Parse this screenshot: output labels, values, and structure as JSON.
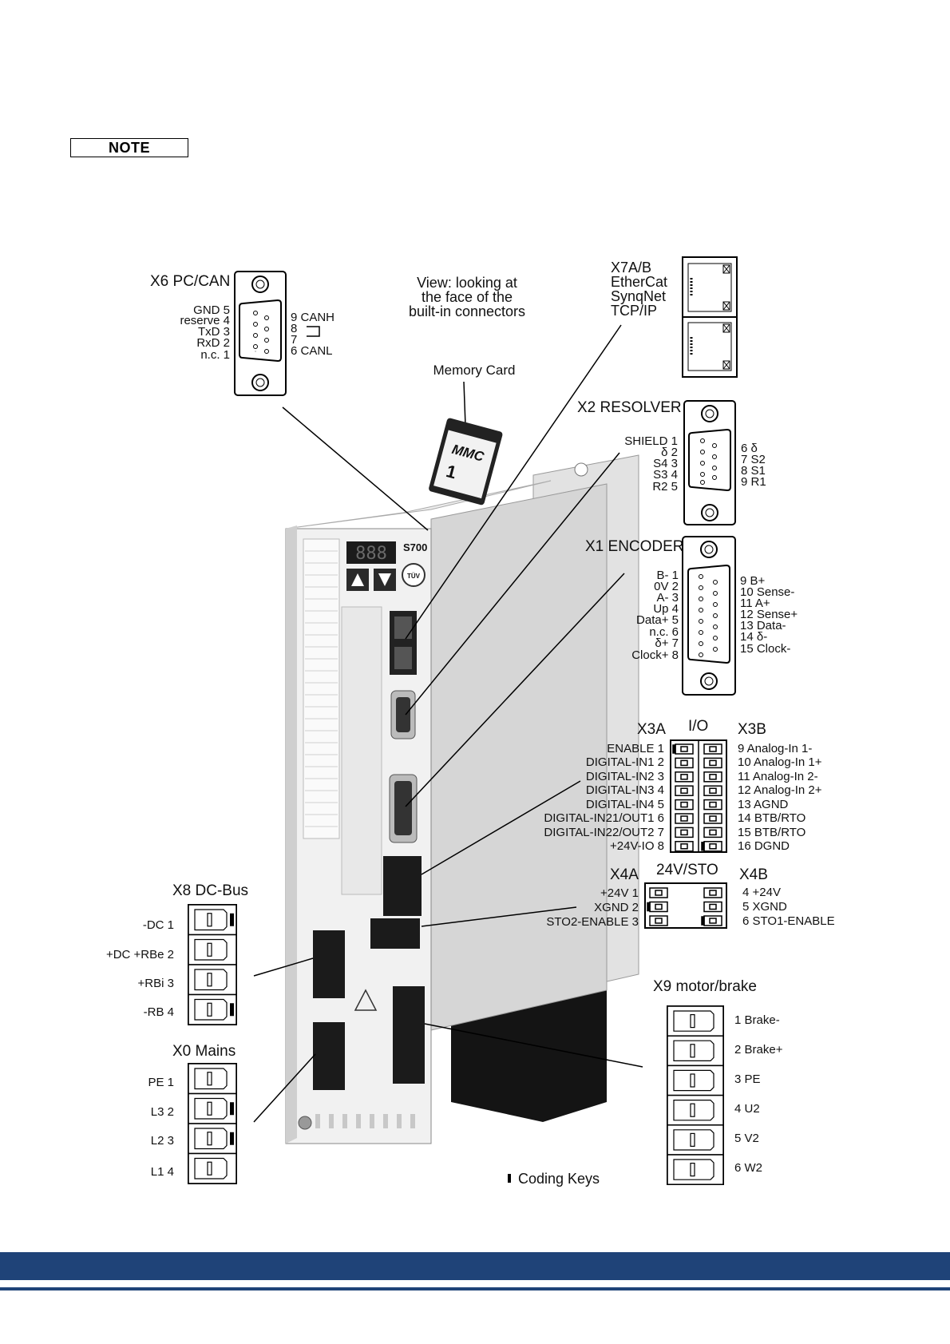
{
  "note_label": "NOTE",
  "view_caption": [
    "View: looking at",
    "the face of the",
    "built-in connectors"
  ],
  "memory_card": {
    "title": "Memory Card",
    "brand": "MMC",
    "capacity": "1"
  },
  "x6": {
    "title": "X6 PC/CAN",
    "left": [
      "GND 5",
      "reserve 4",
      "TxD 3",
      "RxD 2",
      "n.c. 1"
    ],
    "right": [
      "9  CANH",
      "8",
      "7",
      "6  CANL"
    ]
  },
  "x7": {
    "lines": [
      "X7A/B",
      "EtherCat",
      "SynqNet",
      "TCP/IP"
    ]
  },
  "x2": {
    "title": "X2 RESOLVER",
    "left": [
      "SHIELD 1",
      "δ 2",
      "S4 3",
      "S3 4",
      "R2 5"
    ],
    "right": [
      "6  δ",
      "7 S2",
      "8 S1",
      "9 R1"
    ]
  },
  "x1": {
    "title": "X1 ENCODER",
    "left": [
      "B- 1",
      "0V 2",
      "A- 3",
      "Up 4",
      "Data+ 5",
      "n.c. 6",
      "δ+ 7",
      "Clock+ 8"
    ],
    "right": [
      "9 B+",
      "10 Sense-",
      "11 A+",
      "12 Sense+",
      "13 Data-",
      "14 δ-",
      "15 Clock-"
    ]
  },
  "x3": {
    "title_a": "X3A",
    "title_io": "I/O",
    "title_b": "X3B",
    "left": [
      "ENABLE  1",
      "DIGITAL-IN1  2",
      "DIGITAL-IN2  3",
      "DIGITAL-IN3  4",
      "DIGITAL-IN4  5",
      "DIGITAL-IN21/OUT1  6",
      "DIGITAL-IN22/OUT2  7",
      "+24V-IO  8"
    ],
    "right": [
      "9  Analog-In 1-",
      "10  Analog-In 1+",
      "11  Analog-In 2-",
      "12  Analog-In 2+",
      "13  AGND",
      "14  BTB/RTO",
      "15  BTB/RTO",
      "16  DGND"
    ]
  },
  "x4": {
    "title_a": "X4A",
    "title_sto": "24V/STO",
    "title_b": "X4B",
    "left": [
      "+24V  1",
      "XGND  2",
      "STO2-ENABLE  3"
    ],
    "right": [
      "4  +24V",
      "5  XGND",
      "6  STO1-ENABLE"
    ]
  },
  "x8": {
    "title": "X8 DC-Bus",
    "pins": [
      "-DC  1",
      "+DC +RBe  2",
      "+RBi  3",
      "-RB  4"
    ]
  },
  "x0": {
    "title": "X0 Mains",
    "pins": [
      "PE  1",
      "L3  2",
      "L2  3",
      "L1  4"
    ]
  },
  "x9": {
    "title": "X9 motor/brake",
    "pins": [
      "1  Brake-",
      "2  Brake+",
      "3  PE",
      "4  U2",
      "5  V2",
      "6  W2"
    ]
  },
  "device": {
    "model": "S700",
    "display": "888",
    "cert": "TÜV"
  },
  "coding_keys": "Coding Keys"
}
